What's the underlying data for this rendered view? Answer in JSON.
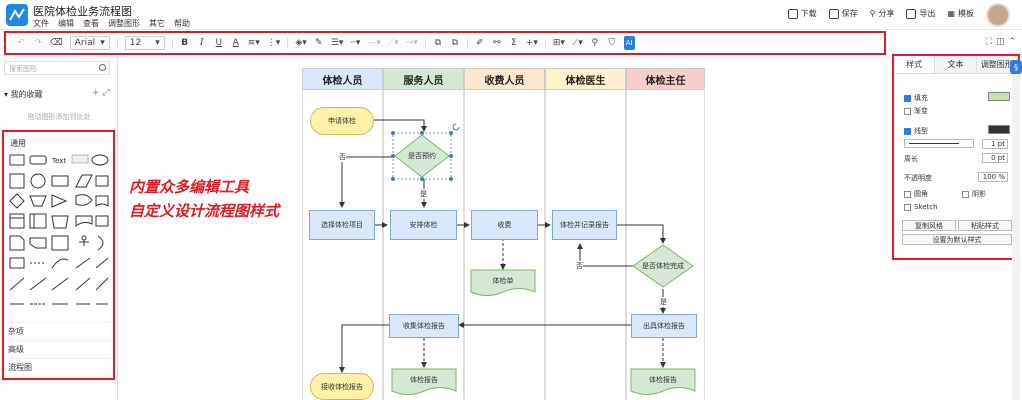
{
  "window": {
    "title": "医院体检业务流程图"
  },
  "menu": [
    "文件",
    "编辑",
    "查看",
    "调整图形",
    "其它",
    "帮助"
  ],
  "actions": {
    "download": "下载",
    "save": "保存",
    "share": "分享",
    "export": "导出",
    "template": "模板"
  },
  "toolbar": {
    "font": "Arial",
    "size": "12",
    "bold": "B",
    "italic": "I",
    "underline": "U",
    "font_color": "A",
    "sigma": "Σ",
    "plus": "+",
    "ai": "AI"
  },
  "sidebar": {
    "search_placeholder": "搜索图形",
    "favorites": "我的收藏",
    "fav_actions": "+ ⤢",
    "drop_hint": "拖动图形添加到此处",
    "general": "通用",
    "shape_text": "Text",
    "categories": [
      "杂项",
      "高级",
      "流程图"
    ]
  },
  "lanes": [
    "体检人员",
    "服务人员",
    "收费人员",
    "体检医生",
    "体检主任"
  ],
  "nodes": {
    "apply": "申请体检",
    "reserved": "是否预约",
    "choose": "选择体检项目",
    "arrange": "安排体检",
    "fee": "收费",
    "record": "体检并记录报告",
    "done": "是否体检完成",
    "ticket": "体检单",
    "collect": "收集体检报告",
    "issue": "出具体检报告",
    "receive": "接收体检报告",
    "report1": "体检报告",
    "report2": "体检报告"
  },
  "edge_labels": {
    "no1": "否",
    "yes1": "是",
    "no2": "否",
    "yes2": "是"
  },
  "slogans": [
    "内置众多编辑工具",
    "自定义设计流程图样式"
  ],
  "panel": {
    "tabs": [
      "样式",
      "文本",
      "调整图形"
    ],
    "fill": "填充",
    "gradient": "渐变",
    "line": "线型",
    "pt1": "1 pt",
    "perimeter": "周长",
    "pt0": "0 pt",
    "opacity": "不透明度",
    "opacity_val": "100 %",
    "rounded": "圆角",
    "shadow": "阴影",
    "sketch": "Sketch",
    "copy_style": "复制风格",
    "paste_style": "粘贴样式",
    "set_default": "设置为默认样式"
  },
  "colors": {
    "accent": "#e01b24",
    "fill_swatch": "#c5e3a5",
    "line_swatch": "#333333"
  }
}
